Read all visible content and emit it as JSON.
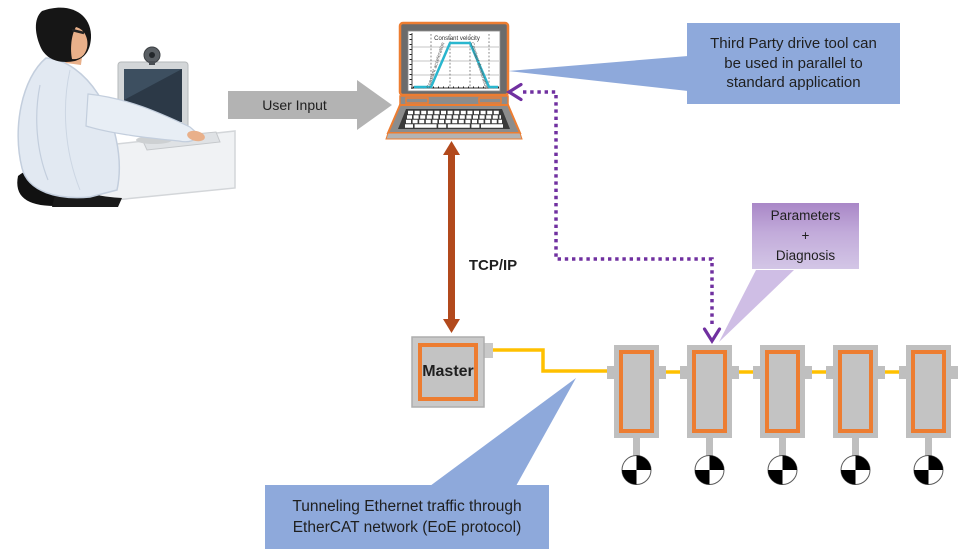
{
  "scene": {
    "user_input_label": "User Input",
    "tcp_ip_label": "TCP/IP",
    "master_label": "Master"
  },
  "laptop_screen": {
    "title": "Constant velocity",
    "left_slope_label": "Constant acceleration",
    "right_slope_label": "Constant deceleration"
  },
  "callouts": {
    "third_party": {
      "lines": [
        "Third Party drive tool can",
        "be used in parallel to",
        "standard application"
      ]
    },
    "parameters": {
      "lines": [
        "Parameters",
        "+",
        "Diagnosis"
      ]
    },
    "tunneling": {
      "lines": [
        "Tunneling Ethernet traffic through",
        "EtherCAT network (EoE protocol)"
      ]
    }
  },
  "network": {
    "slave_count": 5
  },
  "colors": {
    "accent_orange": "#ed7d31",
    "tcp_arrow_rust": "#b2491c",
    "ethercat_yellow": "#ffc000",
    "device_gray": "#bfbfbf",
    "callout_blue": "#8ea9db",
    "callout_purple": "#b99cd3",
    "eoe_purple_arrow": "#7030a0",
    "chart_cyan": "#29b6ce",
    "user_arrow_gray": "#b3b3b3"
  }
}
